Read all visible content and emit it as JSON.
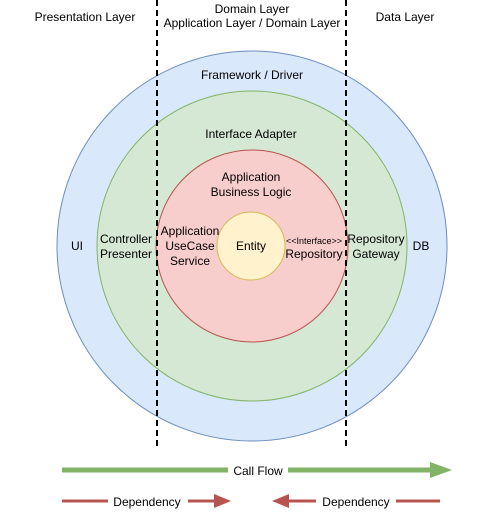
{
  "colors": {
    "outer_fill": "#dae8fc",
    "outer_stroke": "#6c8ebf",
    "mid_fill": "#d5e8d4",
    "mid_stroke": "#82b366",
    "inner_fill": "#f8cecc",
    "inner_stroke": "#b85450",
    "core_fill": "#fff2cc",
    "core_stroke": "#d6b656",
    "call_flow_arrow": "#82b366",
    "dependency_arrow": "#b85450",
    "divider": "#000000"
  },
  "header": {
    "presentation_layer": "Presentation Layer",
    "domain_layer_line1": "Domain Layer",
    "domain_layer_line2": "Application Layer / Domain Layer",
    "data_layer": "Data Layer"
  },
  "rings": {
    "framework_driver": "Framework / Driver",
    "interface_adapter": "Interface Adapter",
    "app_business_logic_line1": "Application",
    "app_business_logic_line2": "Business Logic",
    "entity": "Entity"
  },
  "labels": {
    "ui": "UI",
    "db": "DB",
    "controller": "Controller",
    "presenter": "Presenter",
    "app_line1": "Application",
    "app_line2": "UseCase",
    "app_line3": "Service",
    "interface_tag": "<<Interface>>",
    "repository": "Repository",
    "repo_gw_line1": "Repository",
    "repo_gw_line2": "Gateway"
  },
  "footer": {
    "call_flow": "Call Flow",
    "dependency_left": "Dependency",
    "dependency_right": "Dependency"
  }
}
